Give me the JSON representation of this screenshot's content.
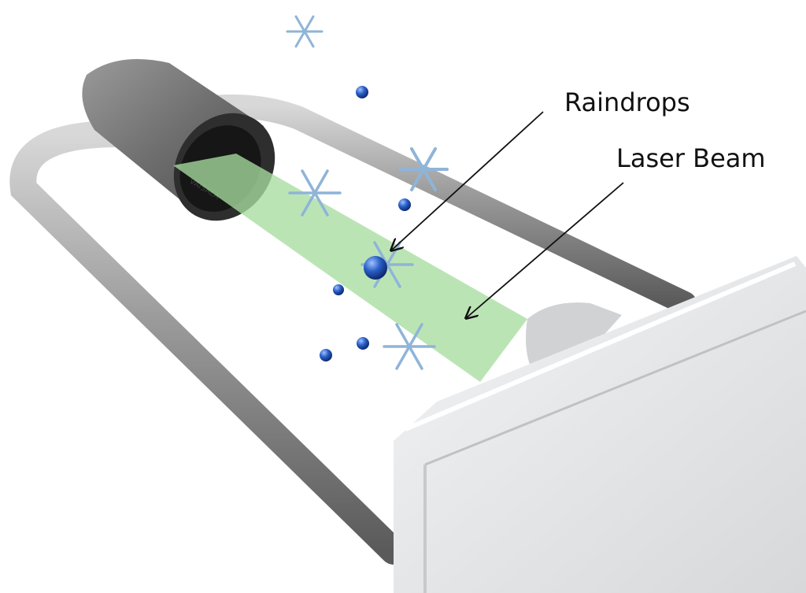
{
  "labels": {
    "raindrops": "Raindrops",
    "laser_beam": "Laser Beam"
  },
  "sensor_marking": "VAISALA",
  "colors": {
    "background": "#ffffff",
    "beam": "#a8dca0",
    "raindrop": "#1f4fb0",
    "snowflake": "#8fb4d8",
    "steel": "#8e8e8e",
    "housing": "#e2e4e6"
  },
  "icons": [
    "snowflake-icon",
    "raindrop-icon",
    "arrow-icon"
  ]
}
